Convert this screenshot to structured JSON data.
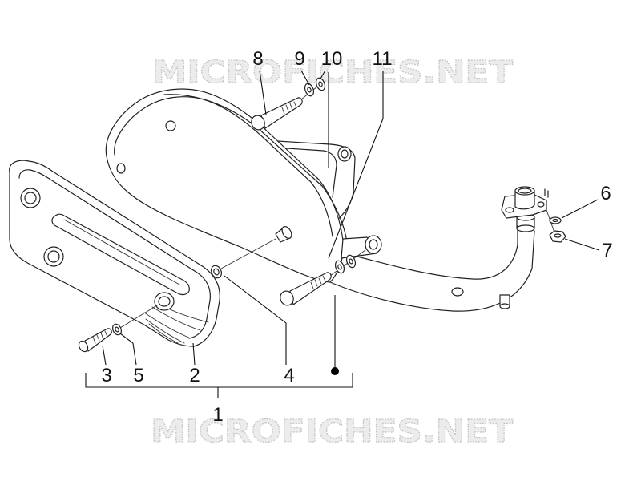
{
  "watermark": {
    "top": "MICROFICHES.NET",
    "bottom": "MICROFICHES.NET"
  },
  "callouts": {
    "part_1": "1",
    "part_2": "2",
    "part_3": "3",
    "part_4": "4",
    "part_5": "5",
    "part_6": "6",
    "part_7": "7",
    "part_8": "8",
    "part_9": "9",
    "part_10": "10",
    "part_11": "11"
  }
}
